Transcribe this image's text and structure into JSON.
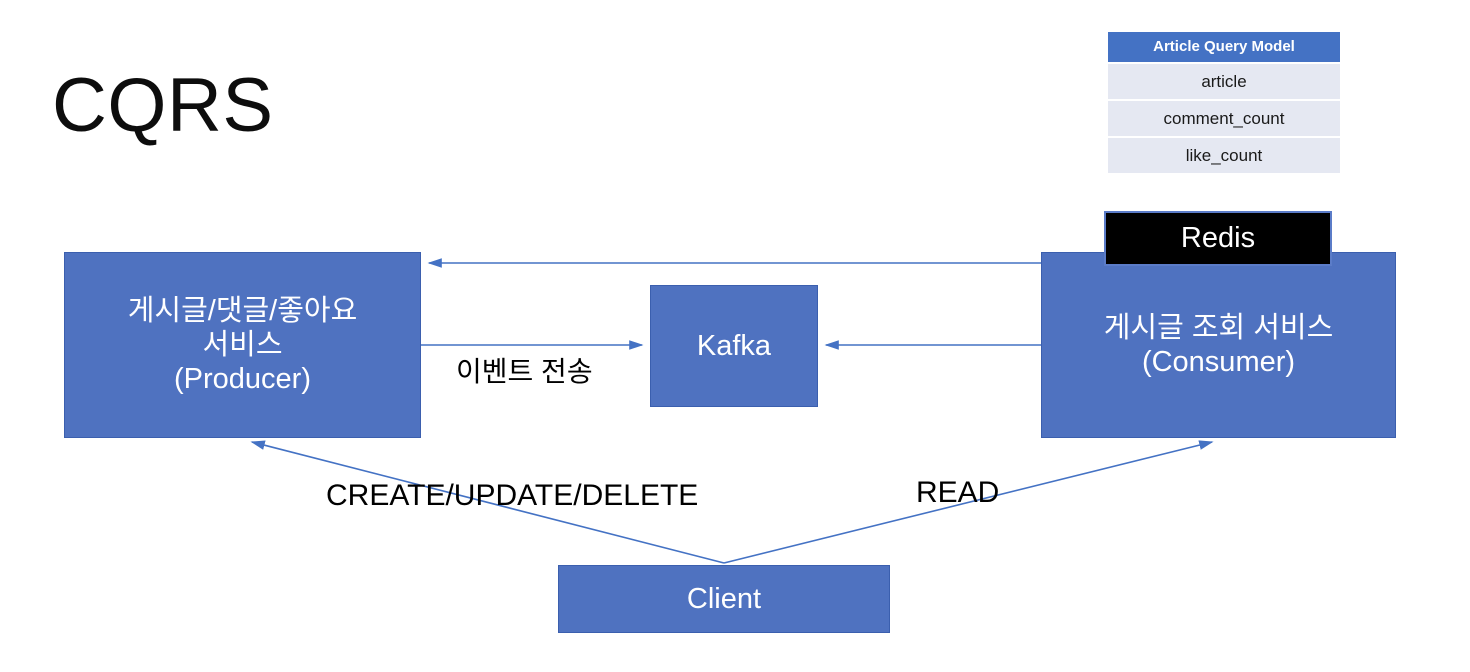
{
  "slide": {
    "title": "CQRS",
    "background_color": "#ffffff"
  },
  "palette": {
    "box_fill": "#4f72c0",
    "box_border": "#3b5fae",
    "table_header": "#4472c4",
    "table_row": "#e5e8f2",
    "redis_fill": "#000000",
    "connector": "#4472c4",
    "text_light": "#ffffff",
    "text_dark": "#000000"
  },
  "query_model_table": {
    "header": "Article Query Model",
    "rows": [
      "article",
      "comment_count",
      "like_count"
    ]
  },
  "nodes": {
    "producer": {
      "label": "게시글/댓글/좋아요\n서비스\n(Producer)"
    },
    "kafka": {
      "label": "Kafka"
    },
    "consumer": {
      "label": "게시글 조회 서비스\n(Consumer)"
    },
    "client": {
      "label": "Client"
    },
    "redis": {
      "label": "Redis"
    }
  },
  "edges": {
    "event_send": {
      "label": "이벤트 전송",
      "from": "producer",
      "to": "kafka"
    },
    "write": {
      "label": "CREATE/UPDATE/DELETE",
      "from": "client",
      "to": "producer"
    },
    "read": {
      "label": "READ",
      "from": "client",
      "to": "consumer"
    },
    "consumer_to_producer": {
      "label": "",
      "from": "consumer",
      "to": "producer"
    },
    "consumer_to_kafka": {
      "label": "",
      "from": "consumer",
      "to": "kafka"
    }
  }
}
